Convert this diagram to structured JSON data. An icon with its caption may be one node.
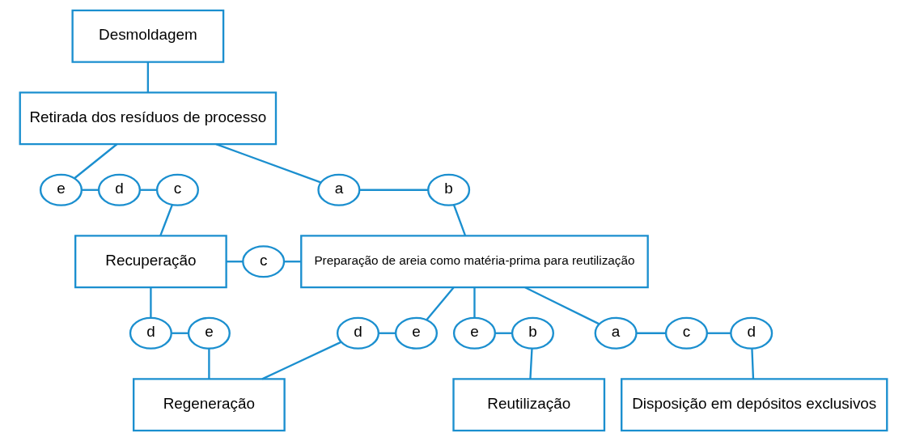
{
  "diagram": {
    "nodes": [
      {
        "text": [
          "Desmoldagem"
        ]
      },
      {
        "text": [
          "Retirada dos resíduos de processo"
        ]
      },
      {
        "text": [
          "c"
        ]
      },
      {
        "text": [
          "d"
        ]
      },
      {
        "text": [
          "e"
        ]
      },
      {
        "text": [
          "a"
        ]
      },
      {
        "text": [
          "b"
        ]
      },
      {
        "text": [
          "Recuperação"
        ]
      },
      {
        "text": [
          "c"
        ]
      },
      {
        "text": [
          "Preparação de areia como matéria-prima para reutilização"
        ]
      },
      {
        "text": [
          "d"
        ]
      },
      {
        "text": [
          "e"
        ]
      },
      {
        "text": [
          "d"
        ]
      },
      {
        "text": [
          "e"
        ]
      },
      {
        "text": [
          "b"
        ]
      },
      {
        "text": [
          "e"
        ]
      },
      {
        "text": [
          "a"
        ]
      },
      {
        "text": [
          "c"
        ]
      },
      {
        "text": [
          "d"
        ]
      },
      {
        "text": [
          "Regeneração"
        ]
      },
      {
        "text": [
          "Reutilização"
        ]
      },
      {
        "text": [
          "Disposição em depósitos exclusivos"
        ]
      }
    ],
    "edges": [
      {
        "from": 0,
        "to": 1,
        "arrow": "none"
      },
      {
        "from": 1,
        "to": 4,
        "arrow": "none"
      },
      {
        "from": 4,
        "to": 3,
        "arrow": "none"
      },
      {
        "from": 3,
        "to": 2,
        "arrow": "none"
      },
      {
        "from": 2,
        "to": 7,
        "arrow": "none"
      },
      {
        "from": 1,
        "to": 5,
        "arrow": "none"
      },
      {
        "from": 5,
        "to": 6,
        "arrow": "none"
      },
      {
        "from": 6,
        "to": 9,
        "arrow": "none"
      },
      {
        "from": 7,
        "to": 8,
        "arrow": "none"
      },
      {
        "from": 8,
        "to": 9,
        "arrow": "none"
      },
      {
        "from": 7,
        "to": 12,
        "arrow": "none"
      },
      {
        "from": 12,
        "to": 13,
        "arrow": "none"
      },
      {
        "from": 13,
        "to": 19,
        "arrow": "none"
      },
      {
        "from": 19,
        "to": 10,
        "arrow": "none"
      },
      {
        "from": 10,
        "to": 11,
        "arrow": "none"
      },
      {
        "from": 11,
        "to": 9,
        "arrow": "none"
      },
      {
        "from": 9,
        "to": 15,
        "arrow": "none"
      },
      {
        "from": 15,
        "to": 14,
        "arrow": "none"
      },
      {
        "from": 14,
        "to": 20,
        "arrow": "none"
      },
      {
        "from": 9,
        "to": 16,
        "arrow": "none"
      },
      {
        "from": 16,
        "to": 17,
        "arrow": "none"
      },
      {
        "from": 17,
        "to": 18,
        "arrow": "none"
      },
      {
        "from": 18,
        "to": 21,
        "arrow": "none"
      }
    ]
  }
}
